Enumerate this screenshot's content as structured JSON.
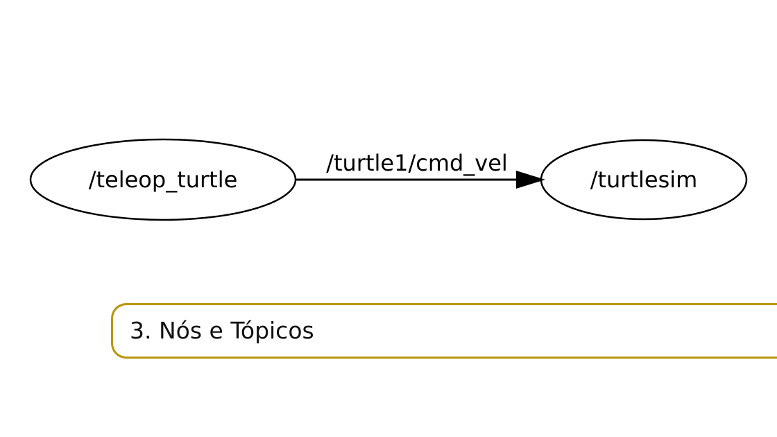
{
  "graph": {
    "source_node": "/teleop_turtle",
    "topic": "/turtle1/cmd_vel",
    "target_node": "/turtlesim"
  },
  "section": {
    "title": "3. Nós e Tópicos",
    "accent_color": "#b8960a"
  }
}
